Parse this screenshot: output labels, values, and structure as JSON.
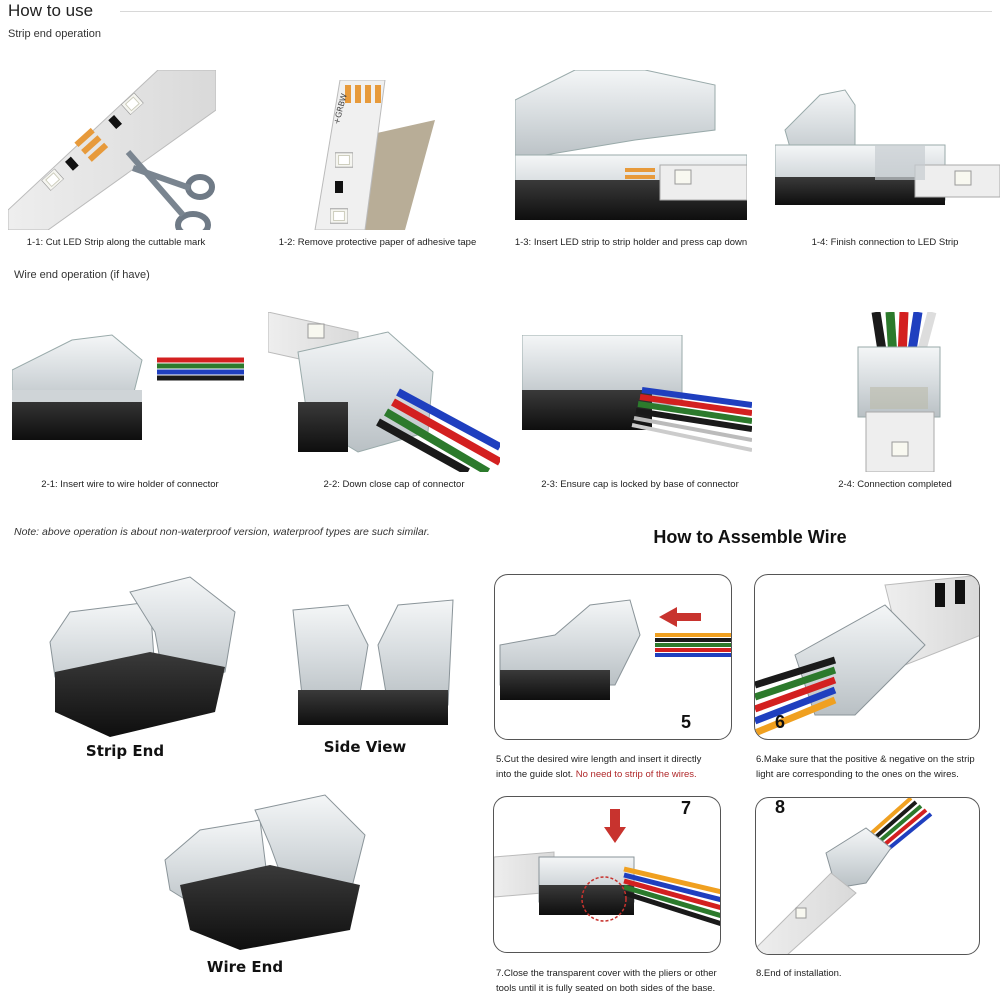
{
  "header": {
    "title": "How to use",
    "strip_section": "Strip end operation",
    "wire_section": "Wire end operation (if have)"
  },
  "strip_steps": [
    {
      "caption": "1-1: Cut LED Strip along the cuttable mark",
      "icon": "scissors-icon"
    },
    {
      "caption": "1-2: Remove protective paper of adhesive tape"
    },
    {
      "caption": "1-3: Insert LED strip to strip holder and press cap down"
    },
    {
      "caption": "1-4: Finish connection to LED Strip"
    }
  ],
  "wire_steps": [
    {
      "caption": "2-1: Insert wire to wire holder of connector"
    },
    {
      "caption": "2-2: Down close cap of connector"
    },
    {
      "caption": "2-3: Ensure cap is locked by base of connector"
    },
    {
      "caption": "2-4: Connection completed"
    }
  ],
  "note": "Note: above operation is about non-waterproof version, waterproof types are such similar.",
  "products": {
    "strip_end": "Strip End",
    "side_view": "Side View",
    "wire_end": "Wire End"
  },
  "assemble": {
    "title": "How  to Assemble Wire",
    "steps": [
      {
        "number": "5",
        "text_1": "5.Cut the desired wire length and insert it directly",
        "text_2": "into the guide slot.",
        "warning": "No need to strip of the wires."
      },
      {
        "number": "6",
        "text_1": "6.Make sure that the positive & negative on the strip",
        "text_2": "light are corresponding to the ones on the wires."
      },
      {
        "number": "7",
        "text_1": "7.Close the transparent cover with the pliers or other",
        "text_2": "tools until it is fully seated on both sides of the base."
      },
      {
        "number": "8",
        "text_1": "8.End of installation."
      }
    ]
  },
  "wire_colors": [
    "#f0a020",
    "#1a1a1a",
    "#2c7a2c",
    "#d32020",
    "#1f3fbf"
  ],
  "strip_markings": "+GRBW",
  "accent_red": "#c8332e"
}
